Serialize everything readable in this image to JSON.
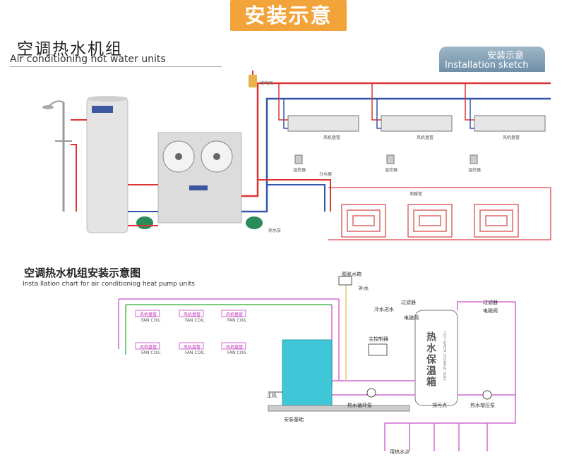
{
  "header": {
    "title": "安装示意"
  },
  "top_section": {
    "title_cn": "空调热水机组",
    "title_en": "Air conditioning hot water units",
    "badge_cn": "安装示意",
    "badge_en": "Installation sketch",
    "labels": {
      "exhaust_valve": "排气阀",
      "fan_coil": "风机盘管",
      "thermostat": "温控器",
      "heating_floor": "地暖管",
      "water_separator": "分水器",
      "circulation_pump": "热水泵"
    }
  },
  "bottom_section": {
    "title_cn": "空调热水机组安装示意图",
    "title_en": "Insta llation chart for air conditioniog heat pump units",
    "fan_coil": "风机盘管",
    "fan_coil_en": "FAN COIL",
    "labels": {
      "expansion_tank": "膨胀水箱",
      "supply": "补水",
      "filter": "过滤器",
      "cold_in": "冷水进水",
      "solenoid": "电磁阀",
      "main_controller": "主控制器",
      "host": "主机",
      "hot_circ_pump": "热水循环泵",
      "install_base": "安装基础",
      "tank": "热水保温箱",
      "tank_en": "HOT WATER STORAGE TANK",
      "discharge": "排污点",
      "booster_pump": "热水增压泵",
      "hot_outlet": "用热水点"
    }
  }
}
